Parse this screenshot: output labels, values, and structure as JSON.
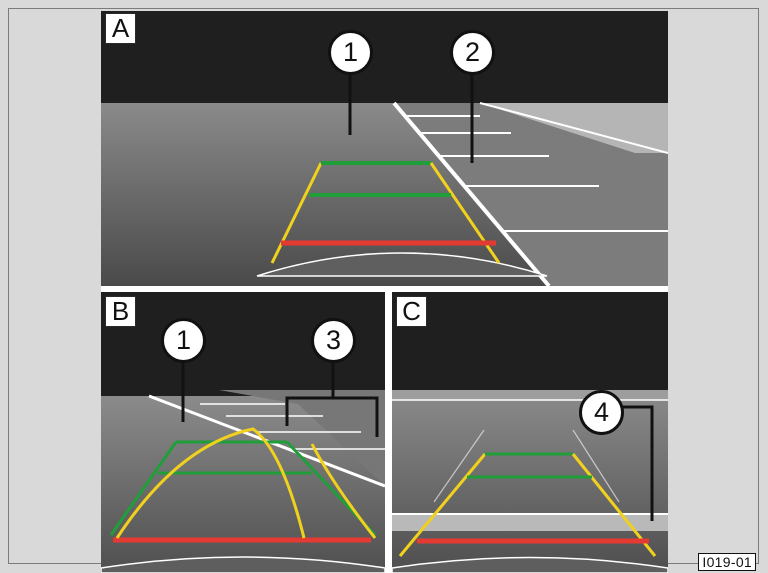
{
  "figure": {
    "id": "I019-01"
  },
  "panels": {
    "a": {
      "label": "A",
      "callouts": [
        "1",
        "2"
      ]
    },
    "b": {
      "label": "B",
      "callouts": [
        "1",
        "3"
      ]
    },
    "c": {
      "label": "C",
      "callouts": [
        "4"
      ]
    }
  },
  "colors": {
    "background": "#d9d9d9",
    "sky": "#1f1f1f",
    "ground": "#6a6a6a",
    "road_lines": "#ffffff",
    "guide_green": "#1f9e3a",
    "guide_yellow": "#f1d11d",
    "guide_red": "#e53a32"
  },
  "icons": {
    "callout": "numbered-circle-callout"
  }
}
